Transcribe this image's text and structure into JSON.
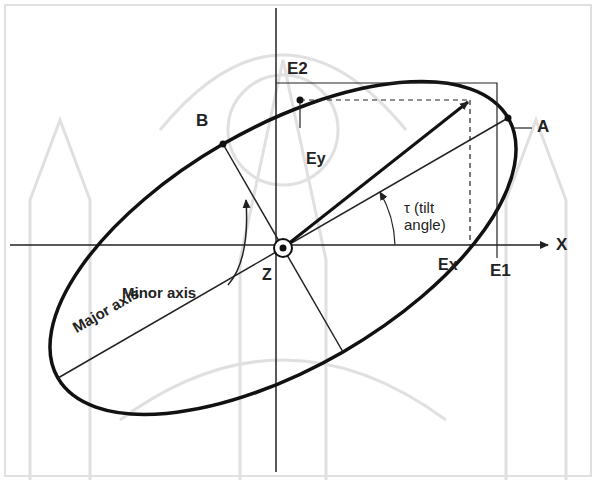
{
  "diagram": {
    "labels": [
      "E2",
      "B",
      "Ey",
      "Minor axis",
      "Major axis",
      "Z",
      "τ (tilt angle)",
      "Ex",
      "E1",
      "A",
      "X"
    ]
  }
}
